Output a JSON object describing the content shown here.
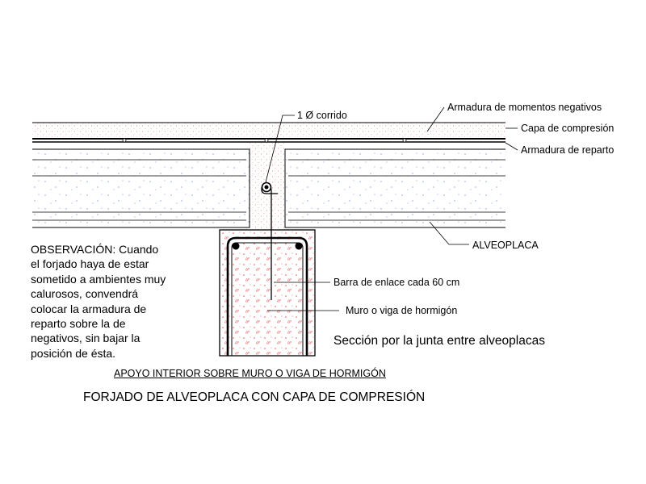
{
  "labels": {
    "armadura_negativos": "Armadura de momentos negativos",
    "capa_compresion": "Capa de compresión",
    "armadura_reparto": "Armadura de reparto",
    "corrido": "1 Ø corrido",
    "alveoplaca": "ALVEOPLACA",
    "barra_enlace": "Barra de enlace cada 60 cm",
    "muro_viga": "Muro o viga de hormigón"
  },
  "observacion": [
    "OBSERVACIÓN: Cuando",
    "el forjado haya de estar",
    "sometido a ambientes muy",
    "calurosos, convendrá",
    "colocar la armadura de",
    "reparto sobre la de",
    "negativos, sin bajar la",
    "posición de ésta."
  ],
  "seccion": "Sección por la junta entre alveoplacas",
  "subtitulo": "APOYO INTERIOR SOBRE MURO O VIGA DE HORMIGÓN",
  "titulo": "FORJADO DE ALVEOPLACA CON CAPA DE COMPRESIÓN",
  "colors": {
    "concrete_dots": "#e05555",
    "hollowcore_dots": "#5577dd",
    "lines": "#000000"
  }
}
